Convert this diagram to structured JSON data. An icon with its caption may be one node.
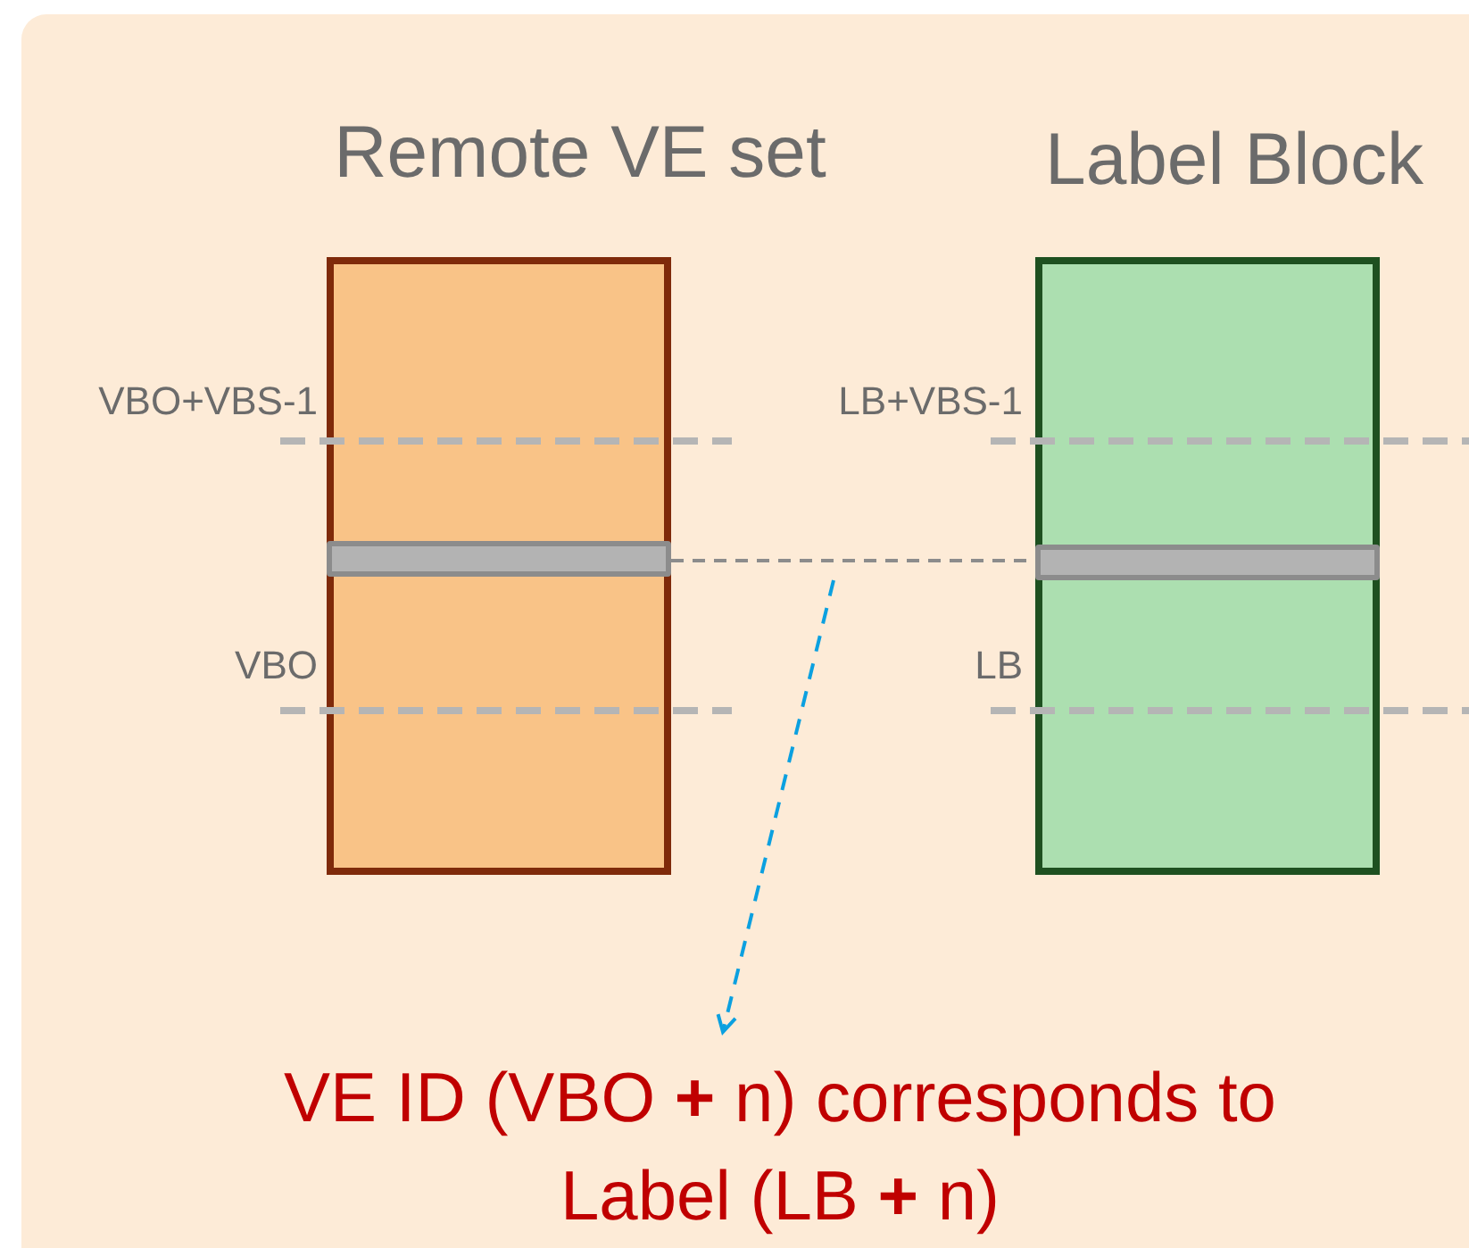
{
  "diagram": {
    "nodes": [
      {
        "text": [
          "Remote VE set"
        ]
      },
      {
        "text": [
          "Label Block"
        ]
      },
      {
        "text": [],
        "shape": "bar",
        "in": 0
      },
      {
        "text": [],
        "shape": "bar",
        "in": 1
      },
      {
        "text": [
          "VE ID (VBO **+** n) corresponds to Label (LB **+** n)"
        ]
      }
    ],
    "edges": [
      {
        "from": 2,
        "to": 3,
        "arrow": "none",
        "style": "dashed",
        "color": "#8c8c8c"
      },
      {
        "from": null,
        "to": 4,
        "arrow": "to",
        "style": "dashed",
        "color": "#0ba0e0"
      }
    ],
    "labels": [
      "VBO+VBS-1",
      "LB+VBS-1",
      "VBO",
      "LB"
    ]
  }
}
